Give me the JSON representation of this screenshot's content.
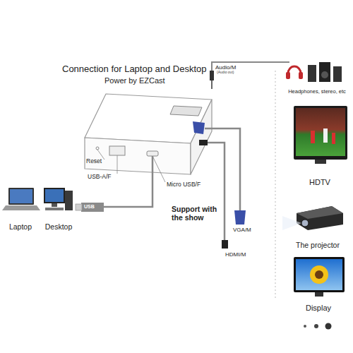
{
  "diagram": {
    "title": "Connection for Laptop and Desktop",
    "nodes": [
      {
        "text": [
          "Laptop"
        ]
      },
      {
        "text": [
          "Desktop"
        ]
      },
      {
        "text": [
          "Headphones, stereo, etc"
        ]
      },
      {
        "text": [
          "HDTV"
        ]
      },
      {
        "text": [
          "The projector"
        ]
      },
      {
        "text": [
          "Display"
        ]
      }
    ],
    "labels": [
      "Power by EZCast",
      "Audio/M",
      "(Audio out)",
      "Reset",
      "USB-A/F",
      "Micro USB/F",
      "USB",
      "Support with the show",
      "VGA/M",
      "HDMI/M"
    ]
  }
}
